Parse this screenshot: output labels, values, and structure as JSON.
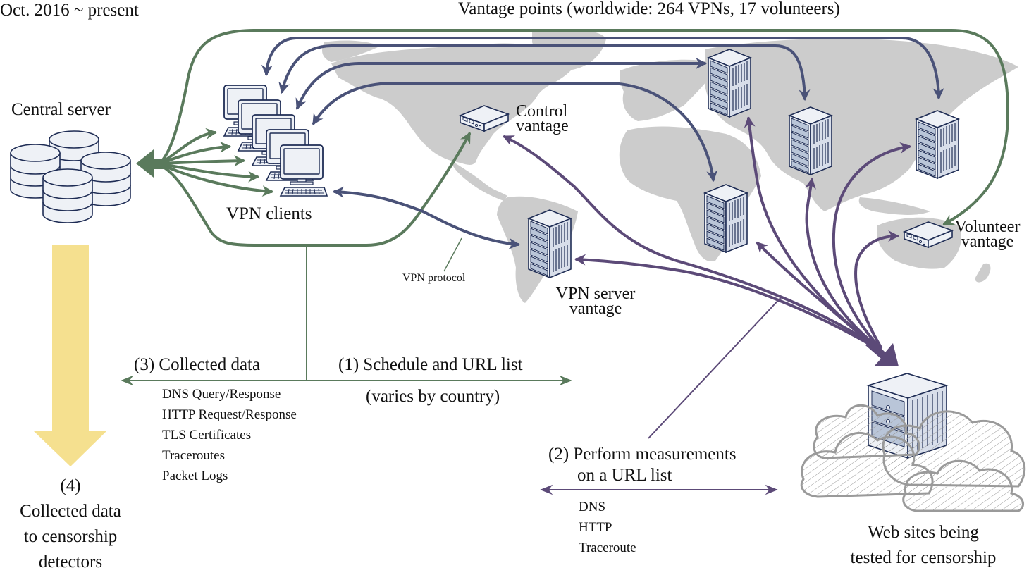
{
  "header": {
    "timeframe": "Oct. 2016 ~ present",
    "vantage_title": "Vantage points (worldwide: 264 VPNs, 17 volunteers)"
  },
  "nodes": {
    "central_server": "Central server",
    "vpn_clients": "VPN clients",
    "control_vantage": [
      "Control",
      "vantage"
    ],
    "vpn_server_vantage": [
      "VPN server",
      "vantage"
    ],
    "volunteer_vantage": [
      "Volunteer",
      "vantage"
    ],
    "websites": [
      "Web sites being",
      "tested for censorship"
    ]
  },
  "annotations": {
    "vpn_protocol": "VPN protocol"
  },
  "steps": {
    "step1": {
      "label": "(1) Schedule and URL list",
      "sub": "(varies by country)"
    },
    "step2": {
      "label": [
        "(2) Perform measurements",
        "on a URL list"
      ],
      "items": [
        "DNS",
        "HTTP",
        "Traceroute"
      ]
    },
    "step3": {
      "label": "(3) Collected data",
      "items": [
        "DNS Query/Response",
        "HTTP Request/Response",
        "TLS Certificates",
        "Traceroutes",
        "Packet Logs"
      ]
    },
    "step4": {
      "label": [
        "(4)",
        "Collected data",
        "to censorship",
        "detectors"
      ]
    }
  },
  "colors": {
    "green": "#5a7a5c",
    "navy": "#4a5278",
    "purple": "#5c4a78",
    "yellow": "#f5e08f",
    "map": "#cccccc",
    "icon_stroke": "#1f2d55",
    "icon_fill": "#eef1f6",
    "icon_blue": "#b9c5d8",
    "cloud": "#9a9a9a"
  }
}
